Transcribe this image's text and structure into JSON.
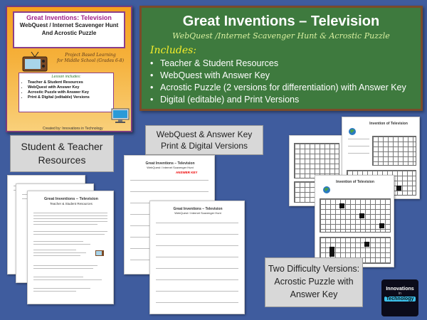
{
  "cover": {
    "title": "Great Inventions: Television",
    "subtitle_line1": "WebQuest / Internet Scavenger Hunt",
    "subtitle_line2": "And Acrostic Puzzle",
    "pbl_line1": "Project Based Learning",
    "pbl_line2": "for Middle School (Grades 6-8)",
    "list_heading": "Lesson includes:",
    "list_items": [
      "Teacher & Student Resources",
      "WebQuest with Answer Key",
      "Acrostic Puzzle with Answer Key",
      "Print & Digital (editable) Versions"
    ],
    "credit": "Created by:  Innovations in Technology"
  },
  "banner": {
    "title": "Great Inventions – Television",
    "subtitle": "WebQuest /Internet Scavenger Hunt & Acrostic Puzzle",
    "includes_label": "Includes:",
    "items": [
      "Teacher & Student Resources",
      "WebQuest with Answer Key",
      "Acrostic Puzzle (2 versions for differentiation) with Answer Key",
      "Digital (editable) and Print Versions"
    ]
  },
  "callouts": {
    "student_teacher_line1": "Student & Teacher",
    "student_teacher_line2": "Resources",
    "webquest_line1": "WebQuest & Answer Key",
    "webquest_line2": "Print & Digital Versions",
    "difficulty_line1": "Two Difficulty Versions:",
    "difficulty_line2": "Acrostic Puzzle with",
    "difficulty_line3": "Answer Key"
  },
  "pages": {
    "resources_title": "Great Inventions – Television",
    "resources_subtitle": "Teacher & Student Resources",
    "webquest_title": "Great Inventions – Television",
    "webquest_subtitle": "WebQuest / Internet Scavenger Hunt",
    "answer_key_label": "ANSWER KEY",
    "acrostic_title": "Invention of Television"
  },
  "logo": {
    "line1": "Innovations",
    "line2": "in",
    "line3": "Technology"
  },
  "colors": {
    "background": "#3f5c9e",
    "banner_green": "#3e7a3e",
    "cover_orange": "#f6a21f",
    "title_purple": "#a0228a",
    "includes_yellow": "#f6ee2a"
  }
}
